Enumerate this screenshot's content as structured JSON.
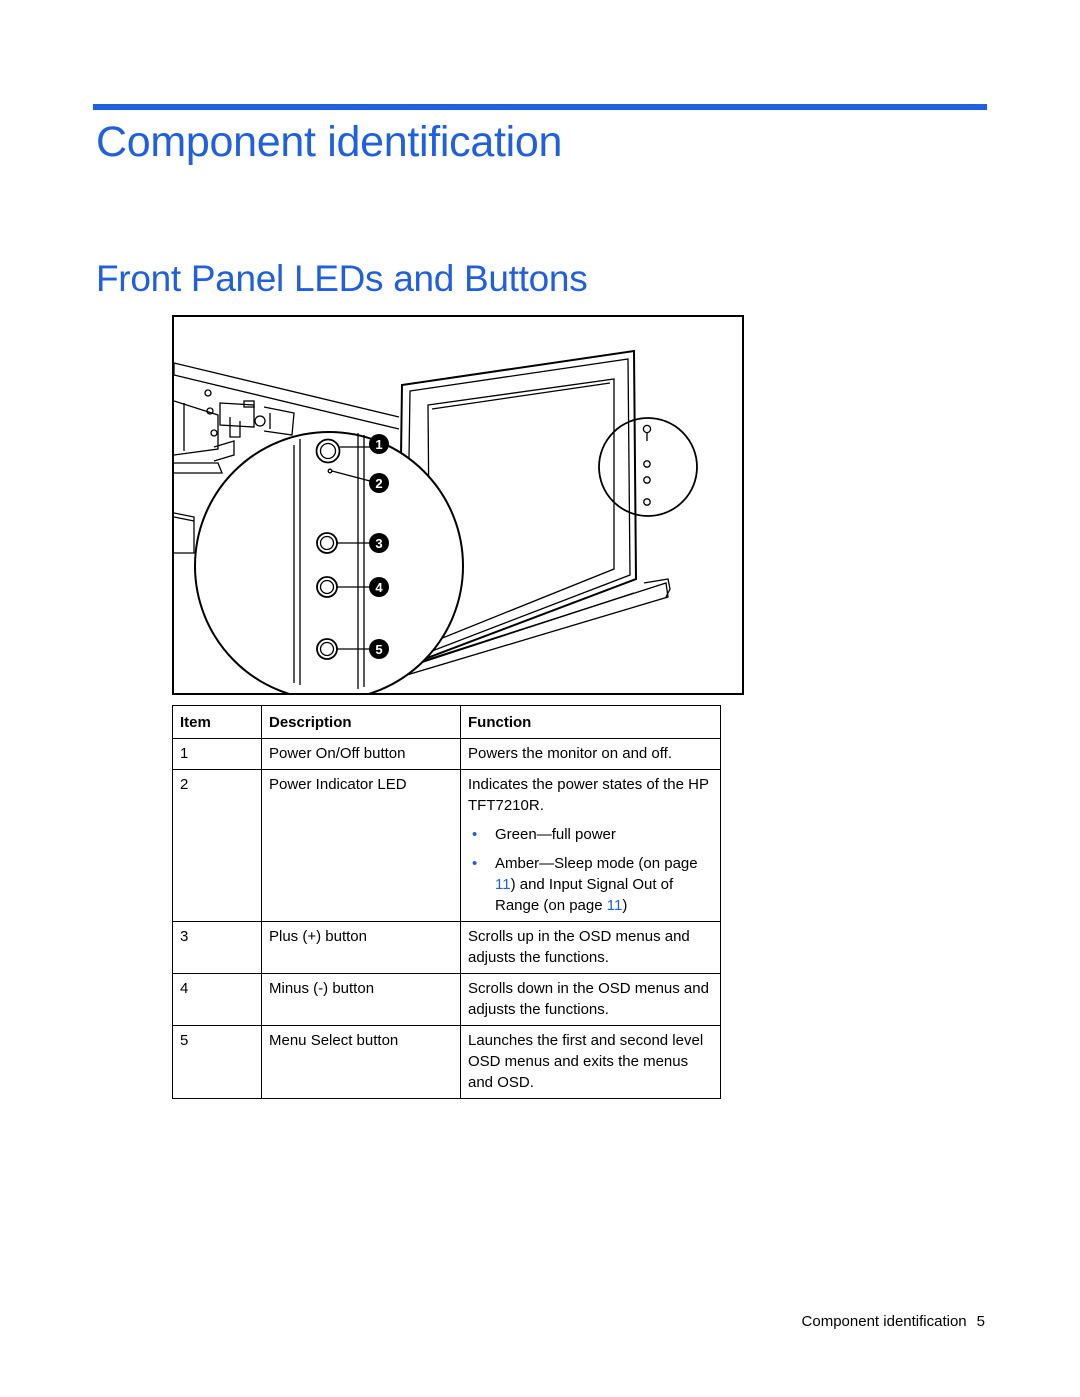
{
  "chapter_title": "Component identification",
  "section_title": "Front Panel LEDs and Buttons",
  "figure": {
    "callouts": [
      "1",
      "2",
      "3",
      "4",
      "5"
    ]
  },
  "table": {
    "headers": [
      "Item",
      "Description",
      "Function"
    ],
    "rows": [
      {
        "item": "1",
        "description": "Power On/Off button",
        "function": "Powers the monitor on and off."
      },
      {
        "item": "2",
        "description": "Power Indicator LED",
        "function": "Indicates the power states of the HP TFT7210R.",
        "bullets": {
          "b1": "Green—full power",
          "b2_a": "Amber—Sleep mode (on page ",
          "b2_link1": "11",
          "b2_b": ") and Input Signal Out of Range (on page ",
          "b2_link2": "11",
          "b2_c": ")"
        }
      },
      {
        "item": "3",
        "description": "Plus (+) button",
        "function": "Scrolls up in the OSD menus and adjusts the functions."
      },
      {
        "item": "4",
        "description": "Minus (-) button",
        "function": "Scrolls down in the OSD menus and adjusts the functions."
      },
      {
        "item": "5",
        "description": "Menu Select button",
        "function": "Launches the first and second level OSD menus and exits the menus and OSD."
      }
    ]
  },
  "footer": {
    "chapter": "Component identification",
    "page_number": "5"
  },
  "colors": {
    "accent": "#1f5fe0"
  }
}
